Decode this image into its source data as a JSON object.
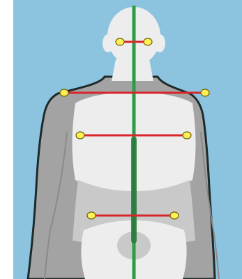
{
  "colors": {
    "background": "#8cc4e0",
    "body_outline": "#1e2a2a",
    "body_dark": "#a3a3a3",
    "body_mid": "#c9c9c9",
    "body_light": "#ededed",
    "centerline": "#2e9b48",
    "measure_line": "#d8262a",
    "joint_fill": "#ffee55",
    "joint_stroke": "#6b6200"
  },
  "icons": {
    "figure": "human-body-front-icon",
    "joint": "circle-marker-icon"
  },
  "measurements": [
    {
      "name": "eye-line"
    },
    {
      "name": "shoulder-line"
    },
    {
      "name": "chest-line"
    },
    {
      "name": "hip-line"
    }
  ]
}
